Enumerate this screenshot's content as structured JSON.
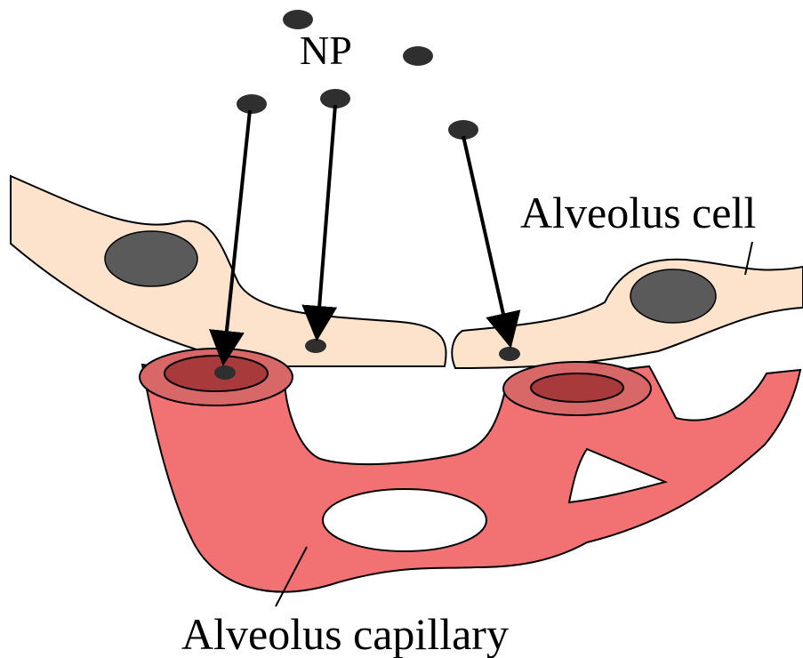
{
  "labels": {
    "np": "NP",
    "alveolus_cell": "Alveolus cell",
    "alveolus_capillary": "Alveolus capillary"
  },
  "colors": {
    "cell_fill": "#fde3cc",
    "nucleus_fill": "#5a5a5a",
    "capillary_fill": "#f27273",
    "capillary_rim": "#d86868",
    "capillary_lumen": "#a83a3c",
    "particle_fill": "#2f2f2f",
    "outline": "#000000"
  }
}
